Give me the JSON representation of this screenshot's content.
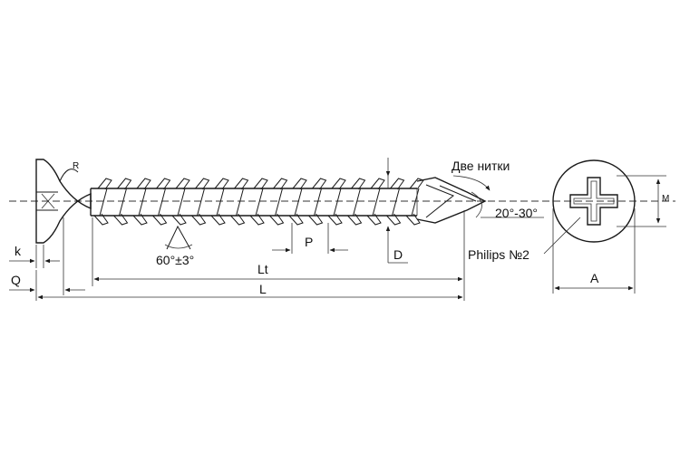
{
  "labels": {
    "radius": "R",
    "two_threads": "Две нитки",
    "point_angle": "20°-30°",
    "thread_angle": "60°±3°",
    "pitch": "P",
    "diameter": "D",
    "head_height": "k",
    "head_recess": "Q",
    "thread_length": "Lt",
    "length": "L",
    "drive": "Philips №2",
    "head_width": "A",
    "recess_depth": "M"
  }
}
